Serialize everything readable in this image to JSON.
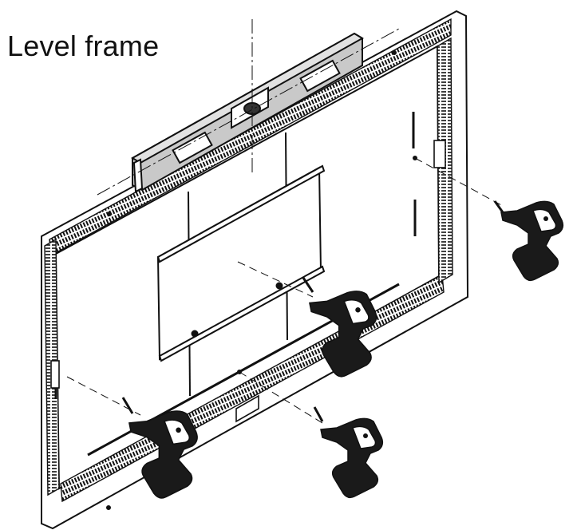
{
  "caption": "Level frame",
  "colors": {
    "line": "#111111",
    "level_body": "#c9c9c9",
    "drill_body": "#1a1a1a",
    "background": "#ffffff"
  },
  "parts": [
    {
      "name": "wall-frame",
      "shape": "rectangular perimeter frame with slotted rails"
    },
    {
      "name": "spirit-level",
      "shape": "bar level with bubble vials"
    },
    {
      "name": "mounting-bracket",
      "shape": "center plate with vertical rails"
    },
    {
      "name": "cordless-drill",
      "count": 4
    }
  ],
  "guides": [
    "center-axis-lines",
    "drill-path-lines"
  ]
}
